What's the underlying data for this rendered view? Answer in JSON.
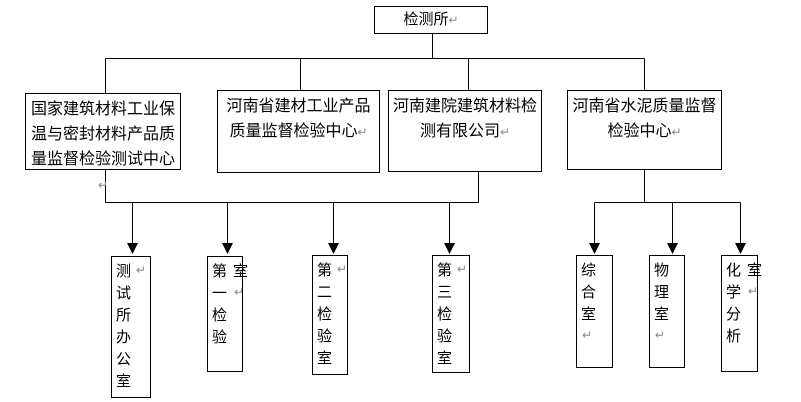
{
  "title": "检测所",
  "return_mark": "↵",
  "level2": [
    {
      "label": "国家建筑材料工业保温与密封材料产品质量监督检验测试中心"
    },
    {
      "label": "河南省建材工业产品质量监督检验中心"
    },
    {
      "label": "河南建院建筑材料检测有限公司"
    },
    {
      "label": "河南省水泥质量监督检验中心"
    }
  ],
  "level3": [
    {
      "label": "测试所办公室"
    },
    {
      "label": "第一检验室"
    },
    {
      "label": "第二检验室"
    },
    {
      "label": "第三检验室"
    },
    {
      "label": "综合室"
    },
    {
      "label": "物理室"
    },
    {
      "label": "化学分析室"
    }
  ],
  "colors": {
    "line": "#000000",
    "box_border": "#000000",
    "background": "#ffffff",
    "return_mark": "#888888"
  }
}
